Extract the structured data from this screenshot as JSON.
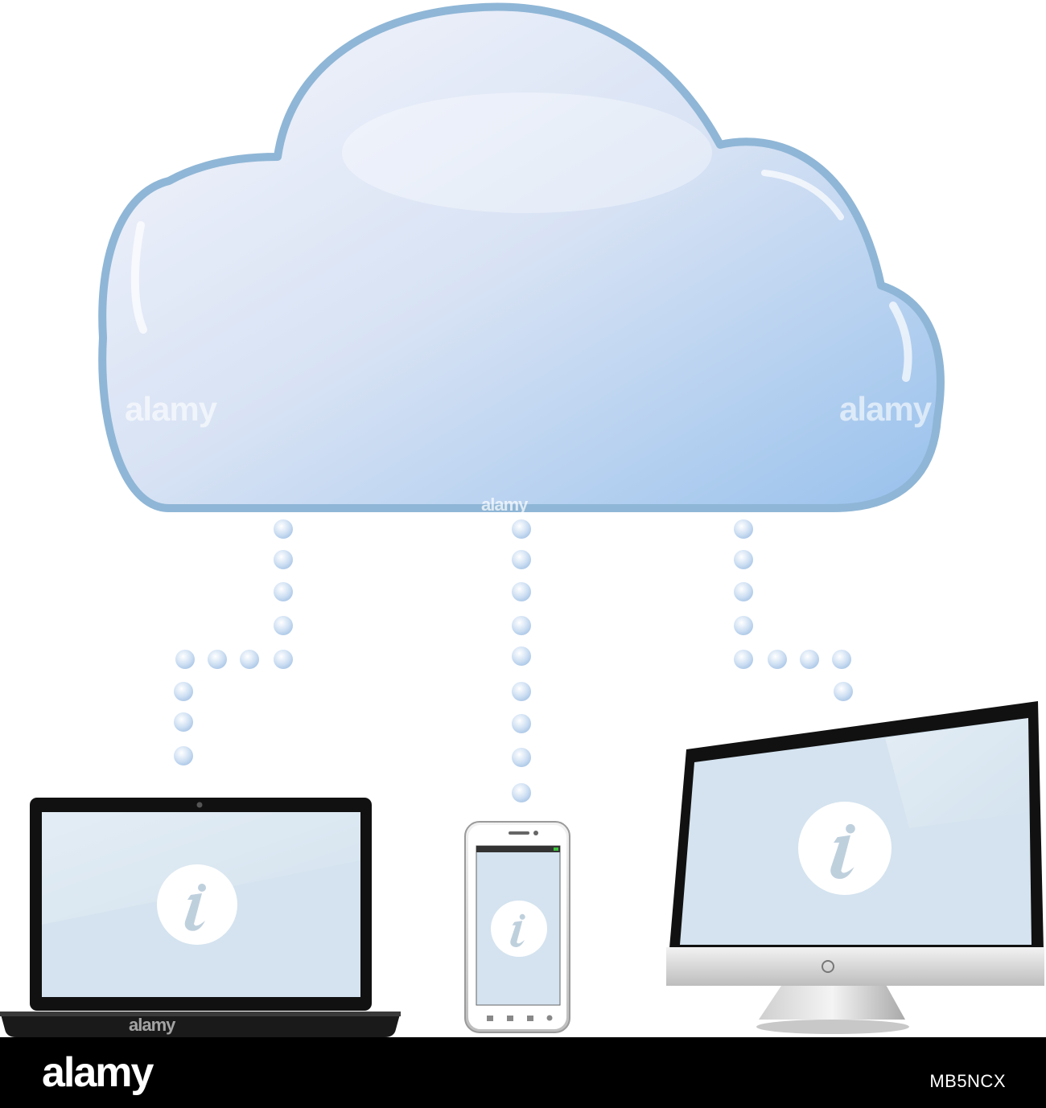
{
  "colors": {
    "cloud_fill_top": "#f4f5fb",
    "cloud_fill_bottom": "#a6c8ee",
    "cloud_stroke": "#8fb6d6",
    "dot": "#c8dcf2",
    "screen": "#d4e3ef",
    "device_body": "#111111",
    "footer_bg": "#000000"
  },
  "icons": {
    "cloud": "cloud-icon",
    "laptop": "laptop-icon",
    "phone": "smartphone-icon",
    "monitor": "monitor-icon",
    "info": "info-icon"
  },
  "watermark": {
    "text": "alamy",
    "letter": "a"
  },
  "footer": {
    "logo": "alamy",
    "image_id": "MB5NCX"
  }
}
